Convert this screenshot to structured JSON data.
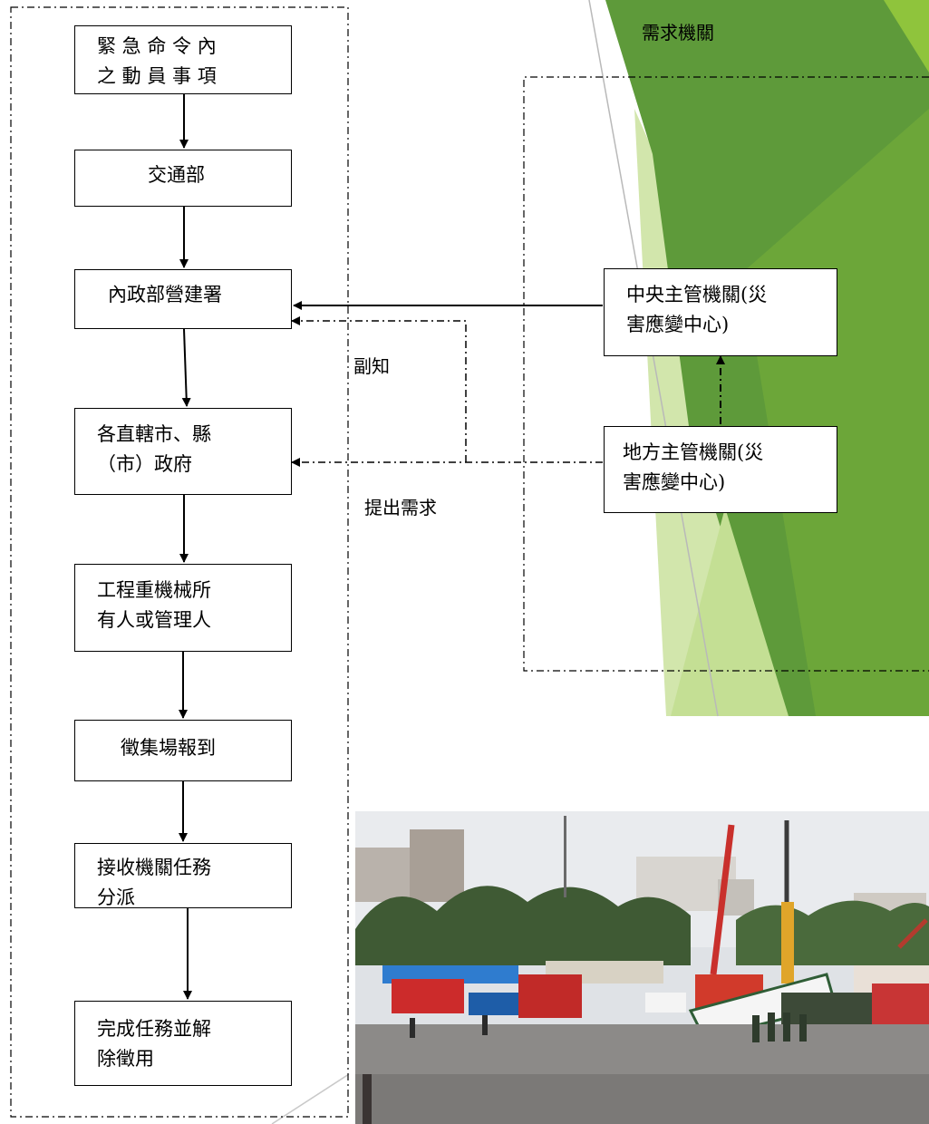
{
  "header": {
    "region_label": "需求機關"
  },
  "flow": [
    {
      "id": "emergency_order",
      "lines": [
        "緊 急 命 令 內",
        "之 動 員 事 項"
      ]
    },
    {
      "id": "ministry_transport",
      "lines": [
        "交通部"
      ]
    },
    {
      "id": "construction_agency",
      "lines": [
        "內政部營建署"
      ]
    },
    {
      "id": "local_gov",
      "lines": [
        "各直轄市、縣",
        "（市）政府"
      ]
    },
    {
      "id": "machinery_owner",
      "lines": [
        "工程重機械所",
        "有人或管理人"
      ]
    },
    {
      "id": "report_site",
      "lines": [
        "徵集場報到"
      ]
    },
    {
      "id": "task_assign",
      "lines": [
        "接收機關任務",
        "分派"
      ]
    },
    {
      "id": "complete_release",
      "lines": [
        "完成任務並解",
        "除徵用"
      ]
    }
  ],
  "authorities": {
    "central": {
      "lines": [
        "中央主管機關(災",
        "害應變中心)"
      ]
    },
    "local": {
      "lines": [
        "地方主管機關(災",
        "害應變中心)"
      ]
    }
  },
  "edge_labels": {
    "cc": "副知",
    "request": "提出需求"
  },
  "colors": {
    "green_dark": "#5e9a3a",
    "green_mid": "#7db83a",
    "green_light": "#d2e6ac",
    "green_bright": "#8fc43c"
  }
}
